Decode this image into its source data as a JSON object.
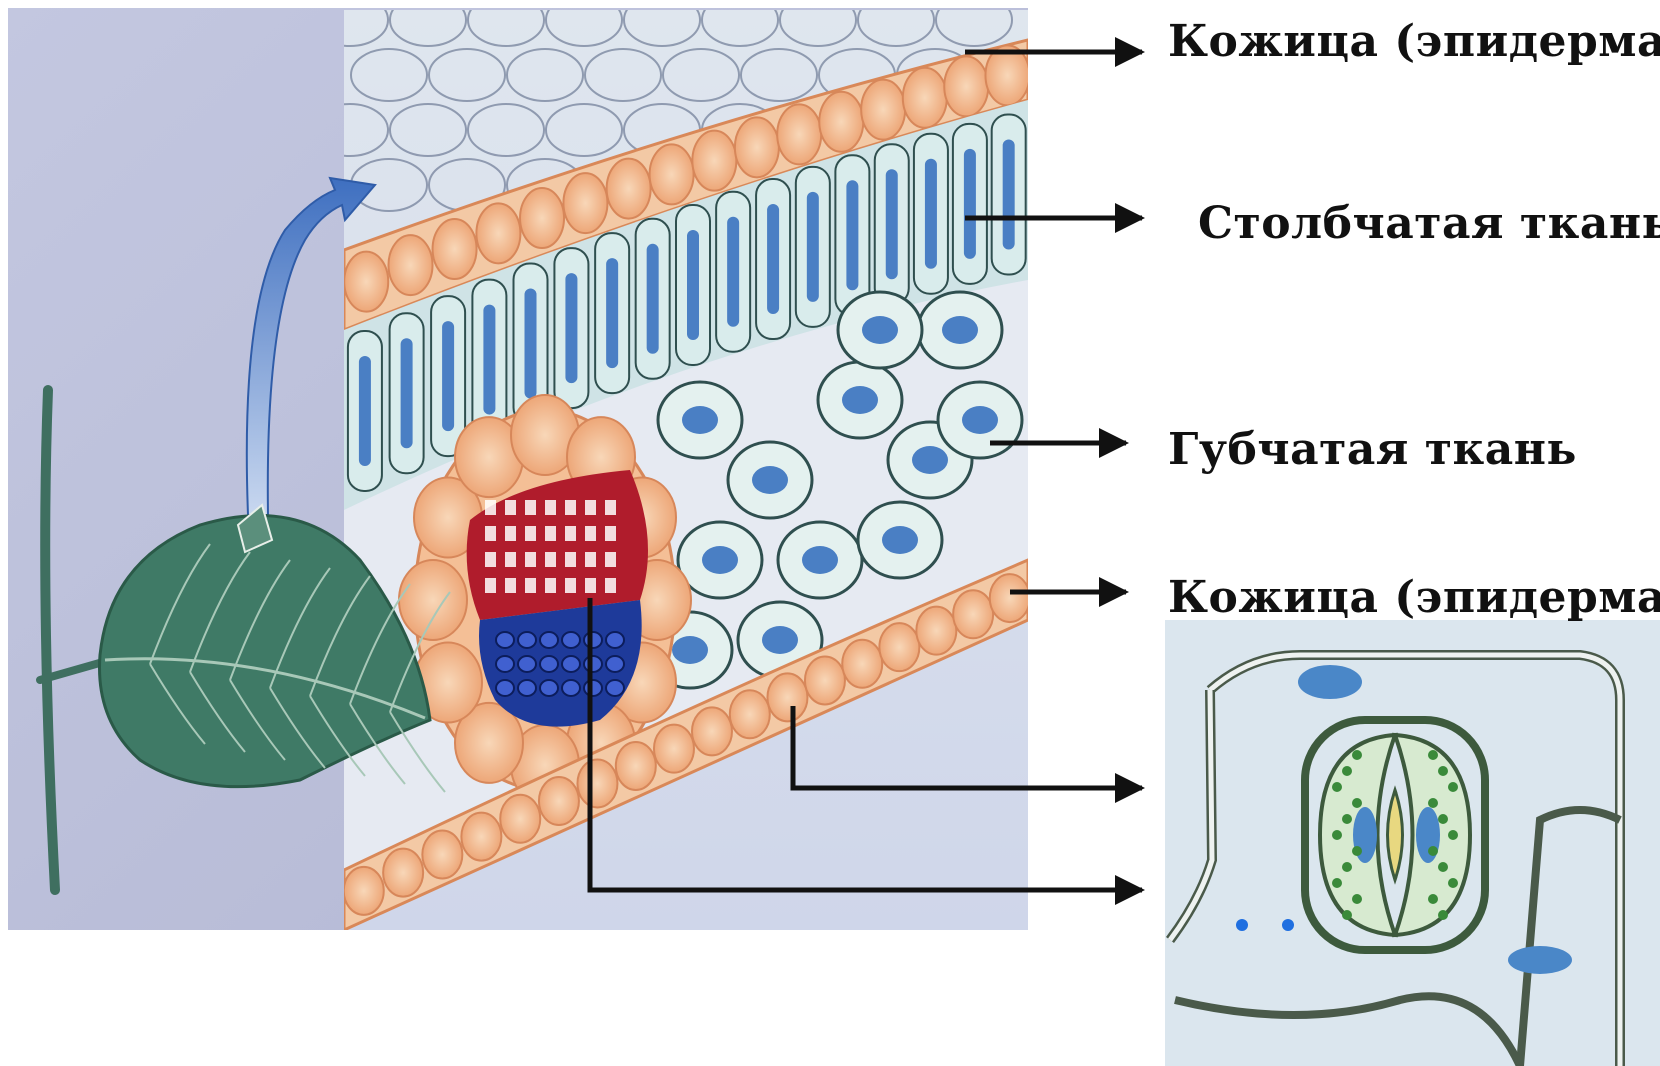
{
  "labels": [
    "Кожица (эпидерма)",
    "Столбчатая ткань",
    "Губчатая ткань",
    "Кожица (эпидерма)"
  ],
  "colors": {
    "background_panel": "#b9bdd8",
    "epidermis": "#f0a878",
    "palisade_cell": "#d9ecec",
    "chloroplast": "#4a7fc4",
    "xylem": "#b01c2c",
    "phloem": "#1e3a9a",
    "leaf": "#3f7a66",
    "arrow_line": "#111111",
    "guard_cell_dot": "#3a8a3a"
  },
  "icons": [
    "leaf-icon",
    "curved-arrow-icon",
    "stoma-icon"
  ]
}
